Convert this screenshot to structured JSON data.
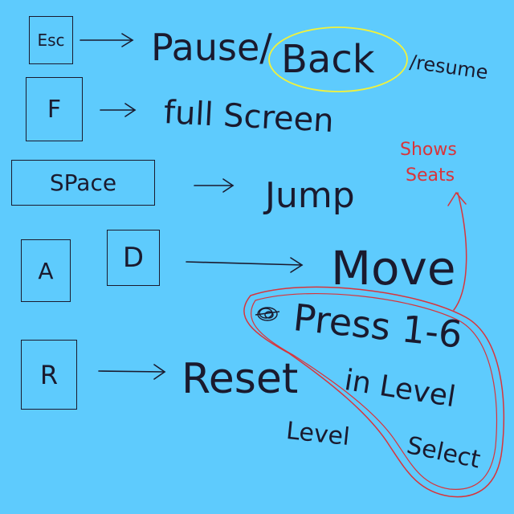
{
  "colors": {
    "background": "#5ecbfd",
    "ink": "#1a1a2e",
    "highlight_yellow": "#f2f23a",
    "annotation_red": "#d9343a"
  },
  "controls": {
    "esc": {
      "key": "Esc",
      "action_part1": "Pause/",
      "action_highlight": "Back",
      "action_part2": "/resume"
    },
    "fullscreen": {
      "key": "F",
      "action": "full Screen"
    },
    "jump": {
      "key": "SPace",
      "action": "Jump"
    },
    "move": {
      "key_left": "A",
      "key_right": "D",
      "action": "Move"
    },
    "reset": {
      "key": "R",
      "action": "Reset"
    }
  },
  "level_select_note": {
    "line1": "Press 1-6",
    "line2": "in Level",
    "line3a": "Level",
    "line3b": "Select",
    "annotation_line1": "Shows",
    "annotation_line2": "Seats"
  }
}
